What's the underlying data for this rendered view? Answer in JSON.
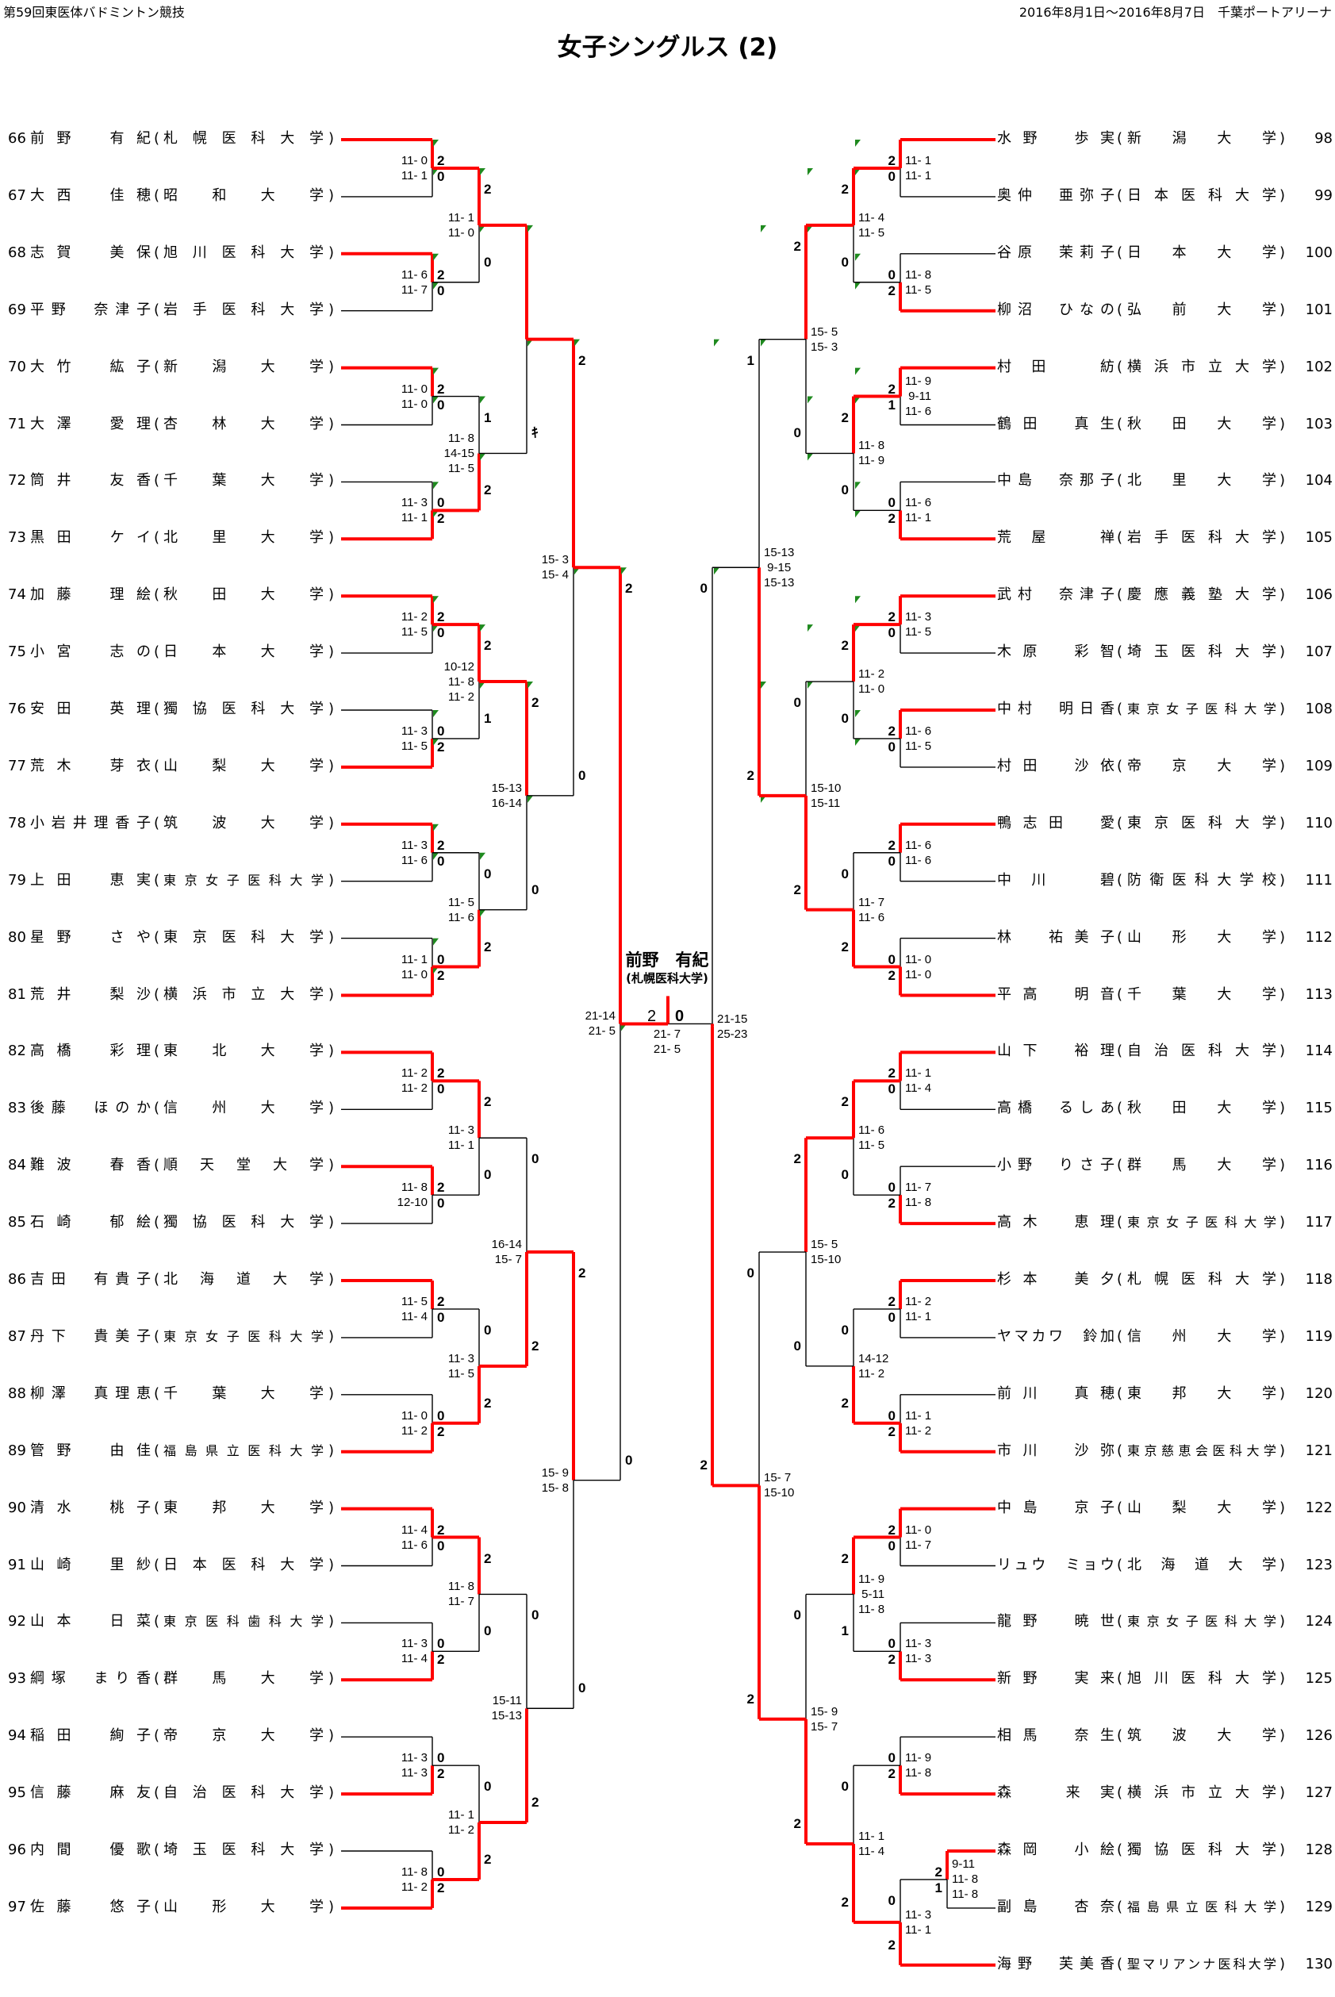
{
  "header": {
    "event": "第59回東医体バドミントン競技",
    "date_venue": "2016年8月1日～2016年8月7日　千葉ポートアリーナ",
    "title": "女子シングルス (2)"
  },
  "colors": {
    "winner_line": "#ff0000",
    "line": "#000000",
    "marker": "#1f8a1f"
  },
  "left": {
    "players": [
      {
        "no": "66",
        "name": "前野　有紀",
        "school": "札幌医科大学"
      },
      {
        "no": "67",
        "name": "大西　佳穂",
        "school": "昭和大学"
      },
      {
        "no": "68",
        "name": "志賀　美保",
        "school": "旭川医科大学"
      },
      {
        "no": "69",
        "name": "平野　奈津子",
        "school": "岩手医科大学"
      },
      {
        "no": "70",
        "name": "大竹　紘子",
        "school": "新潟大学"
      },
      {
        "no": "71",
        "name": "大澤　愛理",
        "school": "杏林大学"
      },
      {
        "no": "72",
        "name": "筒井　友香",
        "school": "千葉大学"
      },
      {
        "no": "73",
        "name": "黒田　ケイ",
        "school": "北里大学"
      },
      {
        "no": "74",
        "name": "加藤　理絵",
        "school": "秋田大学"
      },
      {
        "no": "75",
        "name": "小宮　志の",
        "school": "日本大学"
      },
      {
        "no": "76",
        "name": "安田　英理",
        "school": "獨協医科大学"
      },
      {
        "no": "77",
        "name": "荒木　芽衣",
        "school": "山梨大学"
      },
      {
        "no": "78",
        "name": "小岩井理香子",
        "school": "筑波大学"
      },
      {
        "no": "79",
        "name": "上田　恵実",
        "school": "東京女子医科大学"
      },
      {
        "no": "80",
        "name": "星野　さや",
        "school": "東京医科大学"
      },
      {
        "no": "81",
        "name": "荒井　梨沙",
        "school": "横浜市立大学"
      },
      {
        "no": "82",
        "name": "高橋　彩理",
        "school": "東北大学"
      },
      {
        "no": "83",
        "name": "後藤　ほのか",
        "school": "信州大学"
      },
      {
        "no": "84",
        "name": "難波　春香",
        "school": "順天堂大学"
      },
      {
        "no": "85",
        "name": "石崎　郁絵",
        "school": "獨協医科大学"
      },
      {
        "no": "86",
        "name": "吉田　有貴子",
        "school": "北海道大学"
      },
      {
        "no": "87",
        "name": "丹下　貴美子",
        "school": "東京女子医科大学"
      },
      {
        "no": "88",
        "name": "柳澤　真理恵",
        "school": "千葉大学"
      },
      {
        "no": "89",
        "name": "管野　由佳",
        "school": "福島県立医科大学"
      },
      {
        "no": "90",
        "name": "清水　桃子",
        "school": "東邦大学"
      },
      {
        "no": "91",
        "name": "山崎　里紗",
        "school": "日本医科大学"
      },
      {
        "no": "92",
        "name": "山本　日菜",
        "school": "東京医科歯科大学"
      },
      {
        "no": "93",
        "name": "綱塚　まり香",
        "school": "群馬大学"
      },
      {
        "no": "94",
        "name": "稲田　絢子",
        "school": "帝京大学"
      },
      {
        "no": "95",
        "name": "信藤　麻友",
        "school": "自治医科大学"
      },
      {
        "no": "96",
        "name": "内間　優歌",
        "school": "埼玉医科大学"
      },
      {
        "no": "97",
        "name": "佐藤　悠子",
        "school": "山形大学"
      }
    ],
    "rounds": [
      [
        {
          "games": [
            "11- 0",
            "11- 1"
          ],
          "won": [
            "2",
            "0"
          ],
          "w": 0
        },
        {
          "games": [
            "11- 6",
            "11- 7"
          ],
          "won": [
            "2",
            "0"
          ],
          "w": 0
        },
        {
          "games": [
            "11- 0",
            "11- 0"
          ],
          "won": [
            "2",
            "0"
          ],
          "w": 0
        },
        {
          "games": [
            "11- 3",
            "11- 1"
          ],
          "won": [
            "0",
            "2"
          ],
          "w": 1
        },
        {
          "games": [
            "11- 2",
            "11- 5"
          ],
          "won": [
            "2",
            "0"
          ],
          "w": 0
        },
        {
          "games": [
            "11- 3",
            "11- 5"
          ],
          "won": [
            "0",
            "2"
          ],
          "w": 1
        },
        {
          "games": [
            "11- 3",
            "11- 6"
          ],
          "won": [
            "2",
            "0"
          ],
          "w": 0
        },
        {
          "games": [
            "11- 1",
            "11- 0"
          ],
          "won": [
            "0",
            "2"
          ],
          "w": 1
        },
        {
          "games": [
            "11- 2",
            "11- 2"
          ],
          "won": [
            "2",
            "0"
          ],
          "w": 0
        },
        {
          "games": [
            "11- 8",
            "12-10"
          ],
          "won": [
            "2",
            "0"
          ],
          "w": 0
        },
        {
          "games": [
            "11- 5",
            "11- 4"
          ],
          "won": [
            "2",
            "0"
          ],
          "w": 0
        },
        {
          "games": [
            "11- 0",
            "11- 2"
          ],
          "won": [
            "0",
            "2"
          ],
          "w": 1
        },
        {
          "games": [
            "11- 4",
            "11- 6"
          ],
          "won": [
            "2",
            "0"
          ],
          "w": 0
        },
        {
          "games": [
            "11- 3",
            "11- 4"
          ],
          "won": [
            "0",
            "2"
          ],
          "w": 1
        },
        {
          "games": [
            "11- 3",
            "11- 3"
          ],
          "won": [
            "0",
            "2"
          ],
          "w": 1
        },
        {
          "games": [
            "11- 8",
            "11- 2"
          ],
          "won": [
            "0",
            "2"
          ],
          "w": 1
        }
      ],
      [
        {
          "games": [
            "11- 1",
            "11- 0"
          ],
          "won": [
            "2",
            "0"
          ],
          "w": 0
        },
        {
          "games": [
            "11- 8",
            "14-15",
            "11- 5"
          ],
          "won": [
            "1",
            "2"
          ],
          "w": 1
        },
        {
          "games": [
            "10-12",
            "11- 8",
            "11- 2"
          ],
          "won": [
            "2",
            "1"
          ],
          "w": 0
        },
        {
          "games": [
            "11- 5",
            "11- 6"
          ],
          "won": [
            "0",
            "2"
          ],
          "w": 1
        },
        {
          "games": [
            "11- 3",
            "11- 1"
          ],
          "won": [
            "2",
            "0"
          ],
          "w": 0
        },
        {
          "games": [
            "11- 3",
            "11- 5"
          ],
          "won": [
            "0",
            "2"
          ],
          "w": 1
        },
        {
          "games": [
            "11- 8",
            "11- 7"
          ],
          "won": [
            "2",
            "0"
          ],
          "w": 0
        },
        {
          "games": [
            "11- 1",
            "11- 2"
          ],
          "won": [
            "0",
            "2"
          ],
          "w": 1
        }
      ],
      [
        {
          "games": [],
          "won": [
            "",
            "ｷ"
          ],
          "w": 0
        },
        {
          "games": [
            "15-13",
            "16-14"
          ],
          "won": [
            "2",
            "0"
          ],
          "w": 0
        },
        {
          "games": [
            "16-14",
            "15- 7"
          ],
          "won": [
            "0",
            "2"
          ],
          "w": 1
        },
        {
          "games": [
            "15-11",
            "15-13"
          ],
          "won": [
            "0",
            "2"
          ],
          "w": 1
        }
      ],
      [
        {
          "games": [
            "15- 3",
            "15- 4"
          ],
          "won": [
            "2",
            "0"
          ],
          "w": 0
        },
        {
          "games": [
            "15- 9",
            "15- 8"
          ],
          "won": [
            "2",
            "0"
          ],
          "w": 0
        }
      ],
      [
        {
          "games": [
            "21-14",
            "21- 5"
          ],
          "won": [
            "2",
            "0"
          ],
          "w": 0
        }
      ]
    ]
  },
  "right": {
    "players": [
      {
        "no": "98",
        "name": "水野　歩実",
        "school": "新潟大学"
      },
      {
        "no": "99",
        "name": "奥仲　亜弥子",
        "school": "日本医科大学"
      },
      {
        "no": "100",
        "name": "谷原　茉莉子",
        "school": "日本大学"
      },
      {
        "no": "101",
        "name": "柳沼　ひなの",
        "school": "弘前大学"
      },
      {
        "no": "102",
        "name": "村田　紡",
        "school": "横浜市立大学"
      },
      {
        "no": "103",
        "name": "鶴田　真生",
        "school": "秋田大学"
      },
      {
        "no": "104",
        "name": "中島　奈那子",
        "school": "北里大学"
      },
      {
        "no": "105",
        "name": "荒屋　禅",
        "school": "岩手医科大学"
      },
      {
        "no": "106",
        "name": "武村　奈津子",
        "school": "慶應義塾大学"
      },
      {
        "no": "107",
        "name": "木原　彩智",
        "school": "埼玉医科大学"
      },
      {
        "no": "108",
        "name": "中村　明日香",
        "school": "東京女子医科大学"
      },
      {
        "no": "109",
        "name": "村田　沙依",
        "school": "帝京大学"
      },
      {
        "no": "110",
        "name": "鴨志田　愛",
        "school": "東京医科大学"
      },
      {
        "no": "111",
        "name": "中川　碧",
        "school": "防衛医科大学校"
      },
      {
        "no": "112",
        "name": "林　祐美子",
        "school": "山形大学"
      },
      {
        "no": "113",
        "name": "平高　明音",
        "school": "千葉大学"
      },
      {
        "no": "114",
        "name": "山下　裕理",
        "school": "自治医科大学"
      },
      {
        "no": "115",
        "name": "高橋　るしあ",
        "school": "秋田大学"
      },
      {
        "no": "116",
        "name": "小野　りさ子",
        "school": "群馬大学"
      },
      {
        "no": "117",
        "name": "高木　恵理",
        "school": "東京女子医科大学"
      },
      {
        "no": "118",
        "name": "杉本　美夕",
        "school": "札幌医科大学"
      },
      {
        "no": "119",
        "name": "ヤマカワ　鈴加",
        "school": "信州大学"
      },
      {
        "no": "120",
        "name": "前川　真穂",
        "school": "東邦大学"
      },
      {
        "no": "121",
        "name": "市川　沙弥",
        "school": "東京慈恵会医科大学"
      },
      {
        "no": "122",
        "name": "中島　京子",
        "school": "山梨大学"
      },
      {
        "no": "123",
        "name": "リュウ　ミョウ",
        "school": "北海道大学"
      },
      {
        "no": "124",
        "name": "龍野　暁世",
        "school": "東京女子医科大学"
      },
      {
        "no": "125",
        "name": "新野　実来",
        "school": "旭川医科大学"
      },
      {
        "no": "126",
        "name": "相馬　奈生",
        "school": "筑波大学"
      },
      {
        "no": "127",
        "name": "森　来実",
        "school": "横浜市立大学"
      },
      {
        "no": "128",
        "name": "森岡　小絵",
        "school": "獨協医科大学"
      },
      {
        "no": "129",
        "name": "副島　杏奈",
        "school": "福島県立医科大学"
      },
      {
        "no": "130",
        "name": "海野　芙美香",
        "school": "聖マリアンナ医科大学"
      }
    ],
    "prelim": {
      "games": [
        "9-11",
        "11- 8",
        "11- 8"
      ],
      "won": [
        "2",
        "1"
      ],
      "w": 0
    },
    "rounds": [
      [
        {
          "games": [
            "11- 1",
            "11- 1"
          ],
          "won": [
            "2",
            "0"
          ],
          "w": 0
        },
        {
          "games": [
            "11- 8",
            "11- 5"
          ],
          "won": [
            "0",
            "2"
          ],
          "w": 1
        },
        {
          "games": [
            "11- 9",
            " 9-11",
            "11- 6"
          ],
          "won": [
            "2",
            "1"
          ],
          "w": 0
        },
        {
          "games": [
            "11- 6",
            "11- 1"
          ],
          "won": [
            "0",
            "2"
          ],
          "w": 1
        },
        {
          "games": [
            "11- 3",
            "11- 5"
          ],
          "won": [
            "2",
            "0"
          ],
          "w": 0
        },
        {
          "games": [
            "11- 6",
            "11- 5"
          ],
          "won": [
            "2",
            "0"
          ],
          "w": 0
        },
        {
          "games": [
            "11- 6",
            "11- 6"
          ],
          "won": [
            "2",
            "0"
          ],
          "w": 0
        },
        {
          "games": [
            "11- 0",
            "11- 0"
          ],
          "won": [
            "0",
            "2"
          ],
          "w": 1
        },
        {
          "games": [
            "11- 1",
            "11- 4"
          ],
          "won": [
            "2",
            "0"
          ],
          "w": 0
        },
        {
          "games": [
            "11- 7",
            "11- 8"
          ],
          "won": [
            "0",
            "2"
          ],
          "w": 1
        },
        {
          "games": [
            "11- 2",
            "11- 1"
          ],
          "won": [
            "2",
            "0"
          ],
          "w": 0
        },
        {
          "games": [
            "11- 1",
            "11- 2"
          ],
          "won": [
            "0",
            "2"
          ],
          "w": 1
        },
        {
          "games": [
            "11- 0",
            "11- 7"
          ],
          "won": [
            "2",
            "0"
          ],
          "w": 0
        },
        {
          "games": [
            "11- 3",
            "11- 3"
          ],
          "won": [
            "0",
            "2"
          ],
          "w": 1
        },
        {
          "games": [
            "11- 9",
            "11- 8"
          ],
          "won": [
            "0",
            "2"
          ],
          "w": 1
        },
        {
          "games": [
            "11- 3",
            "11- 1"
          ],
          "won": [
            "0",
            "2"
          ],
          "w": 1
        }
      ],
      [
        {
          "games": [
            "11- 4",
            "11- 5"
          ],
          "won": [
            "2",
            "0"
          ],
          "w": 0
        },
        {
          "games": [
            "11- 8",
            "11- 9"
          ],
          "won": [
            "2",
            "0"
          ],
          "w": 0
        },
        {
          "games": [
            "11- 2",
            "11- 0"
          ],
          "won": [
            "2",
            "0"
          ],
          "w": 0
        },
        {
          "games": [
            "11- 7",
            "11- 6"
          ],
          "won": [
            "0",
            "2"
          ],
          "w": 1
        },
        {
          "games": [
            "11- 6",
            "11- 5"
          ],
          "won": [
            "2",
            "0"
          ],
          "w": 0
        },
        {
          "games": [
            "14-12",
            "11- 2"
          ],
          "won": [
            "0",
            "2"
          ],
          "w": 1
        },
        {
          "games": [
            "11- 9",
            " 5-11",
            "11- 8"
          ],
          "won": [
            "2",
            "1"
          ],
          "w": 0
        },
        {
          "games": [
            "11- 1",
            "11- 4"
          ],
          "won": [
            "0",
            "2"
          ],
          "w": 1
        }
      ],
      [
        {
          "games": [
            "15- 5",
            "15- 3"
          ],
          "won": [
            "2",
            "0"
          ],
          "w": 0
        },
        {
          "games": [
            "15-10",
            "15-11"
          ],
          "won": [
            "0",
            "2"
          ],
          "w": 1
        },
        {
          "games": [
            "15- 5",
            "15-10"
          ],
          "won": [
            "2",
            "0"
          ],
          "w": 0
        },
        {
          "games": [
            "15- 9",
            "15- 7"
          ],
          "won": [
            "0",
            "2"
          ],
          "w": 1
        }
      ],
      [
        {
          "games": [
            "15-13",
            " 9-15",
            "15-13"
          ],
          "won": [
            "1",
            "2"
          ],
          "w": 1
        },
        {
          "games": [
            "15- 7",
            "15-10"
          ],
          "won": [
            "0",
            "2"
          ],
          "w": 1
        }
      ],
      [
        {
          "games": [
            "21-15",
            "25-23"
          ],
          "won": [
            "0",
            "2"
          ],
          "w": 1
        }
      ]
    ]
  },
  "final": {
    "won_left": "2",
    "won_right": "0",
    "games": [
      "21- 7",
      "21- 5"
    ]
  },
  "champion": {
    "name": "前野　有紀",
    "school": "(札幌医科大学)"
  }
}
